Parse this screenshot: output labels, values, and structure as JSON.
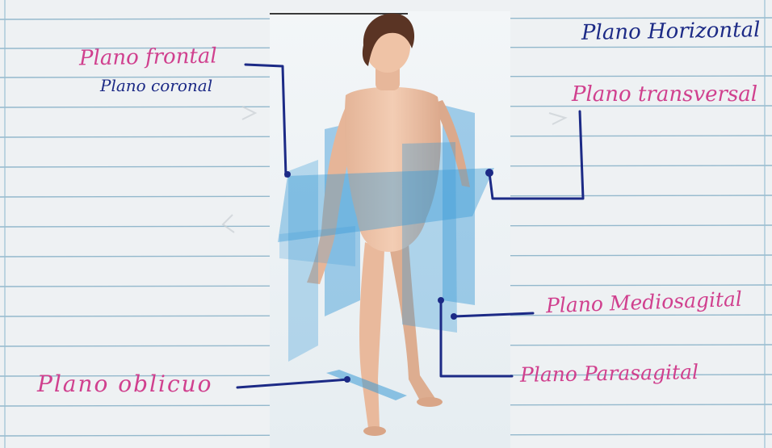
{
  "labels": {
    "frontal": "Plano frontal",
    "coronal": "Plano coronal",
    "horizontal": "Plano Horizontal",
    "transversal": "Plano transversal",
    "mediosagital": "Plano Mediosagital",
    "parasagital": "Plano Parasagital",
    "oblicuo": "Plano oblicuo"
  },
  "colors": {
    "pink_ink": "#d0408e",
    "navy_ink": "#1c2a86",
    "paper": "#eef1f3",
    "ruled_line": "#93b8cc",
    "plane_blue": "#3a9ad6"
  }
}
